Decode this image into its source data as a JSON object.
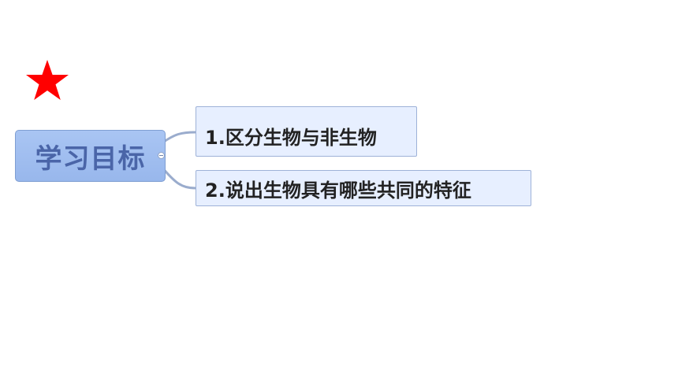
{
  "mindmap": {
    "root": {
      "label": "学习目标"
    },
    "branches": [
      {
        "label": "1.区分生物与非生物"
      },
      {
        "label": "2.说出生物具有哪些共同的特征"
      }
    ]
  },
  "colors": {
    "star": "#ff0000",
    "root_fill": "#a9c5f3",
    "root_text": "#4a65a8",
    "branch_fill": "#e7efff",
    "connector": "#9aaccd"
  },
  "icons": {
    "marker": "star-icon",
    "toggle": "collapse-minus-icon"
  }
}
